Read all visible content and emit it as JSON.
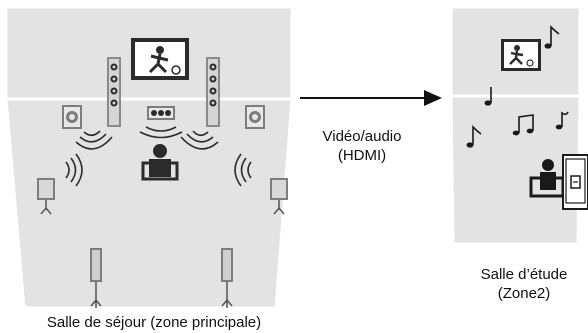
{
  "colors": {
    "room_fill": "#e3e3e3",
    "room_edge": "#ffffff",
    "speaker_dark": "#2b2b2b",
    "speaker_grey": "#7d7d7d",
    "arrow": "#111111",
    "text": "#111111"
  },
  "icons": {
    "speaker": "speaker-icon",
    "tv": "tv-icon",
    "listener": "person-icon",
    "music": "music-note-icon",
    "sound_wave": "sound-wave-icon"
  },
  "labels": {
    "main_room": "Salle de séjour (zone principale)",
    "connection_line1": "Vidéo/audio",
    "connection_line2": "(HDMI)",
    "zone2_line1": "Salle d’étude",
    "zone2_line2": "(Zone2)"
  }
}
